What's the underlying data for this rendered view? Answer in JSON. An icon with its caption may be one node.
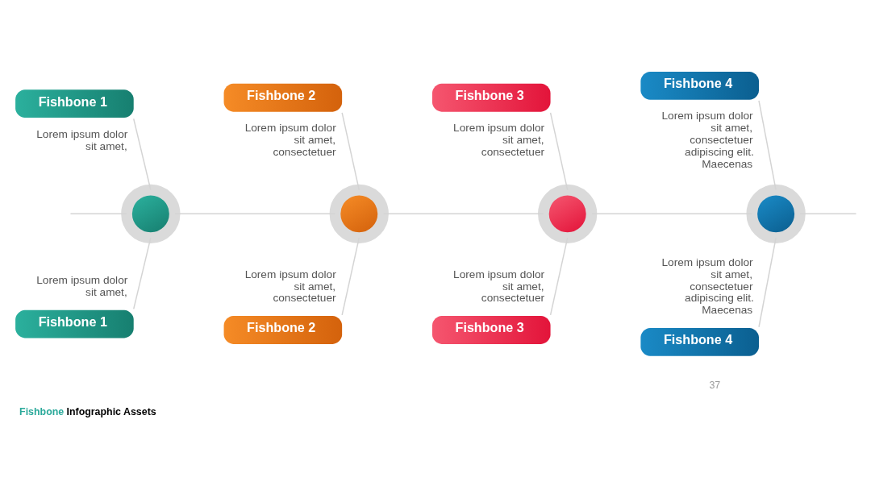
{
  "diagram": {
    "caption": "Fishbone Infographic Assets",
    "nodes": [
      {
        "text": [
          "Fishbone 1"
        ],
        "beside": [
          "Lorem ipsum dolor sit amet,"
        ]
      },
      {
        "text": [],
        "shape": "circle"
      },
      {
        "text": [
          "Fishbone 1"
        ],
        "beside": [
          "Lorem ipsum dolor sit amet,"
        ]
      },
      {
        "text": [
          "Fishbone 2"
        ],
        "beside": [
          "Lorem ipsum dolor sit amet, consectetuer"
        ]
      },
      {
        "text": [],
        "shape": "circle"
      },
      {
        "text": [
          "Fishbone 2"
        ],
        "beside": [
          "Lorem ipsum dolor sit amet, consectetuer"
        ]
      },
      {
        "text": [
          "Fishbone 3"
        ],
        "beside": [
          "Lorem ipsum dolor sit amet, consectetuer"
        ]
      },
      {
        "text": [],
        "shape": "circle"
      },
      {
        "text": [
          "Fishbone 3"
        ],
        "beside": [
          "Lorem ipsum dolor sit amet, consectetuer"
        ]
      },
      {
        "text": [
          "Fishbone 4"
        ],
        "beside": [
          "Lorem ipsum dolor sit amet, consectetuer adipiscing elit. Maecenas"
        ]
      },
      {
        "text": [],
        "shape": "circle"
      },
      {
        "text": [
          "Fishbone 4"
        ],
        "beside": [
          "Lorem ipsum dolor sit amet, consectetuer adipiscing elit. Maecenas"
        ]
      }
    ],
    "edges": [
      {
        "from": null,
        "to": 1,
        "arrow": "none"
      },
      {
        "from": 0,
        "to": 1,
        "arrow": "none"
      },
      {
        "from": 2,
        "to": 1,
        "arrow": "none"
      },
      {
        "from": 1,
        "to": 4,
        "arrow": "none"
      },
      {
        "from": 3,
        "to": 4,
        "arrow": "none"
      },
      {
        "from": 5,
        "to": 4,
        "arrow": "none"
      },
      {
        "from": 4,
        "to": 7,
        "arrow": "none"
      },
      {
        "from": 6,
        "to": 7,
        "arrow": "none"
      },
      {
        "from": 8,
        "to": 7,
        "arrow": "none"
      },
      {
        "from": 7,
        "to": 10,
        "arrow": "none"
      },
      {
        "from": 9,
        "to": 10,
        "arrow": "none"
      },
      {
        "from": 11,
        "to": 10,
        "arrow": "none"
      },
      {
        "from": 10,
        "to": null,
        "arrow": "none"
      }
    ],
    "labels": [
      "37"
    ]
  }
}
